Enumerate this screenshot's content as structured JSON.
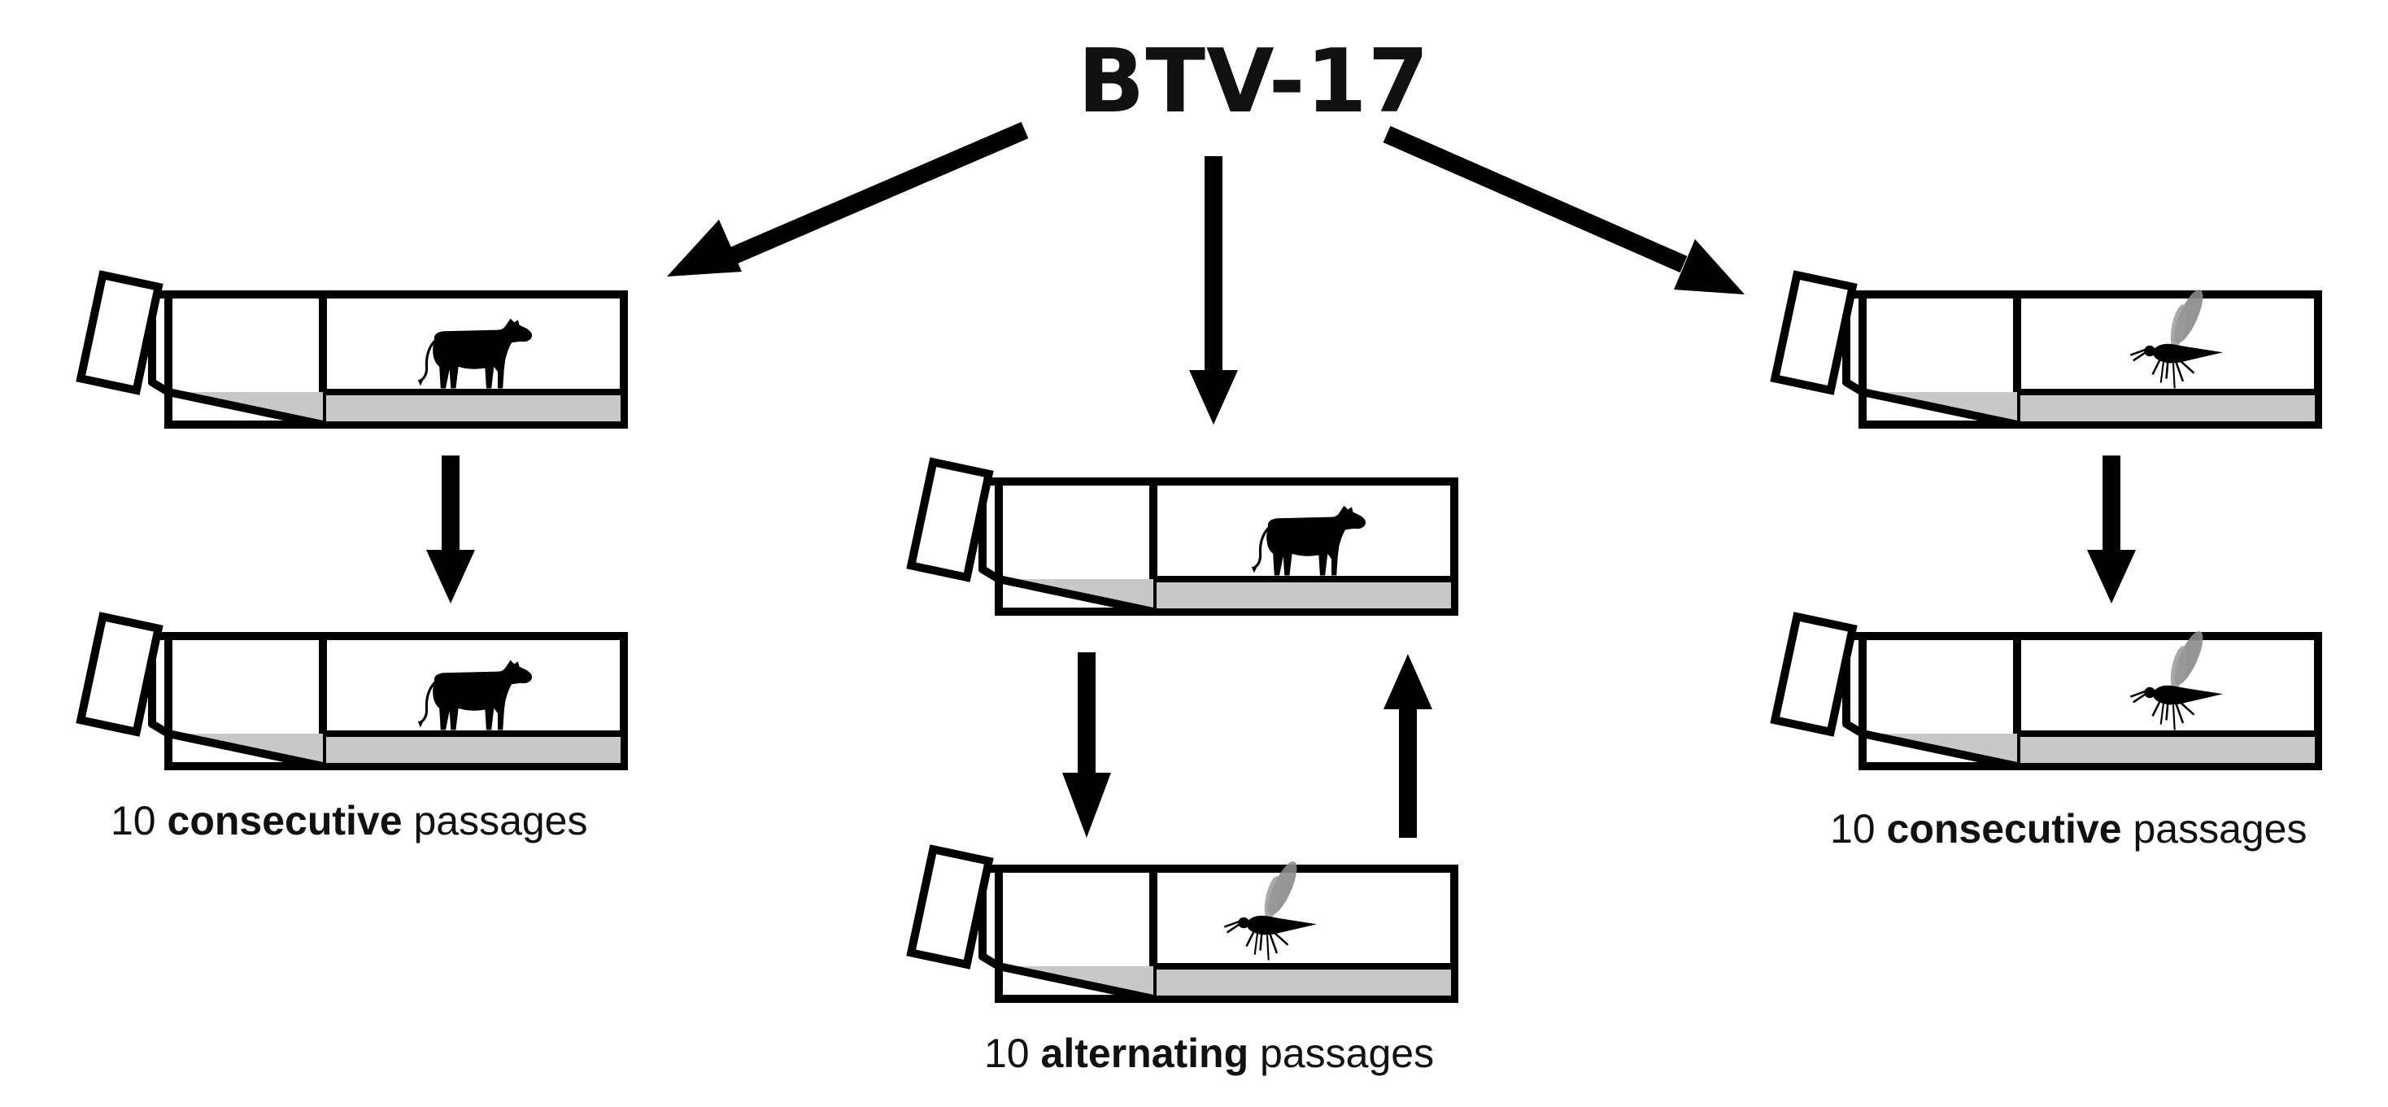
{
  "title": "BTV-17",
  "captions": {
    "left": {
      "count": "10",
      "bold": "consecutive",
      "rest": "passages"
    },
    "middle": {
      "count": "10",
      "bold": "alternating",
      "rest": "passages"
    },
    "right": {
      "count": "10",
      "bold": "consecutive",
      "rest": "passages"
    }
  },
  "colors": {
    "stroke": "#000000",
    "medium": "#c8c8c8",
    "wing": "#8a8a8a"
  },
  "icons": {
    "host": "cow-icon",
    "vector": "midge-icon",
    "vessel": "culture-flask-icon"
  }
}
